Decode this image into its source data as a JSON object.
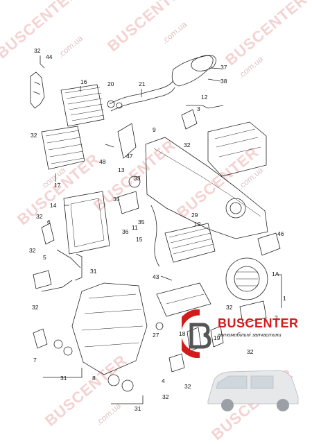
{
  "watermark": {
    "brand": "BUSCENTER",
    "site": ".com.ua"
  },
  "logo": {
    "title": "BUSCENTER",
    "subtitle": "автомобільні запчастини"
  },
  "callouts": [
    {
      "id": "c32a",
      "text": "32"
    },
    {
      "id": "c44",
      "text": "44"
    },
    {
      "id": "c16",
      "text": "16"
    },
    {
      "id": "c20",
      "text": "20"
    },
    {
      "id": "c21",
      "text": "21"
    },
    {
      "id": "c37",
      "text": "37"
    },
    {
      "id": "c38",
      "text": "38"
    },
    {
      "id": "c12",
      "text": "12"
    },
    {
      "id": "c3",
      "text": "3"
    },
    {
      "id": "c32b",
      "text": "32"
    },
    {
      "id": "c9",
      "text": "9"
    },
    {
      "id": "c32c",
      "text": "32"
    },
    {
      "id": "c47",
      "text": "47"
    },
    {
      "id": "c48",
      "text": "48"
    },
    {
      "id": "c17",
      "text": "17"
    },
    {
      "id": "c13",
      "text": "13"
    },
    {
      "id": "c33",
      "text": "33"
    },
    {
      "id": "c14",
      "text": "14"
    },
    {
      "id": "c35a",
      "text": "35"
    },
    {
      "id": "c11",
      "text": "11"
    },
    {
      "id": "c35b",
      "text": "35"
    },
    {
      "id": "c36",
      "text": "36"
    },
    {
      "id": "c15",
      "text": "15"
    },
    {
      "id": "c29",
      "text": "29"
    },
    {
      "id": "c10",
      "text": "10"
    },
    {
      "id": "c32d",
      "text": "32"
    },
    {
      "id": "c6",
      "text": "6"
    },
    {
      "id": "c32e",
      "text": "32"
    },
    {
      "id": "c5",
      "text": "5"
    },
    {
      "id": "c31a",
      "text": "31"
    },
    {
      "id": "c46",
      "text": "46"
    },
    {
      "id": "c1A",
      "text": "1A"
    },
    {
      "id": "c43",
      "text": "43"
    },
    {
      "id": "c1",
      "text": "1"
    },
    {
      "id": "c32f",
      "text": "32"
    },
    {
      "id": "c2",
      "text": "2"
    },
    {
      "id": "c32g",
      "text": "32"
    },
    {
      "id": "c27",
      "text": "27"
    },
    {
      "id": "c18",
      "text": "18"
    },
    {
      "id": "c19",
      "text": "19"
    },
    {
      "id": "c32h",
      "text": "32"
    },
    {
      "id": "c7",
      "text": "7"
    },
    {
      "id": "c31b",
      "text": "31"
    },
    {
      "id": "c8",
      "text": "8"
    },
    {
      "id": "c4",
      "text": "4"
    },
    {
      "id": "c32i",
      "text": "32"
    },
    {
      "id": "c31c",
      "text": "31"
    },
    {
      "id": "c32j",
      "text": "32"
    }
  ]
}
